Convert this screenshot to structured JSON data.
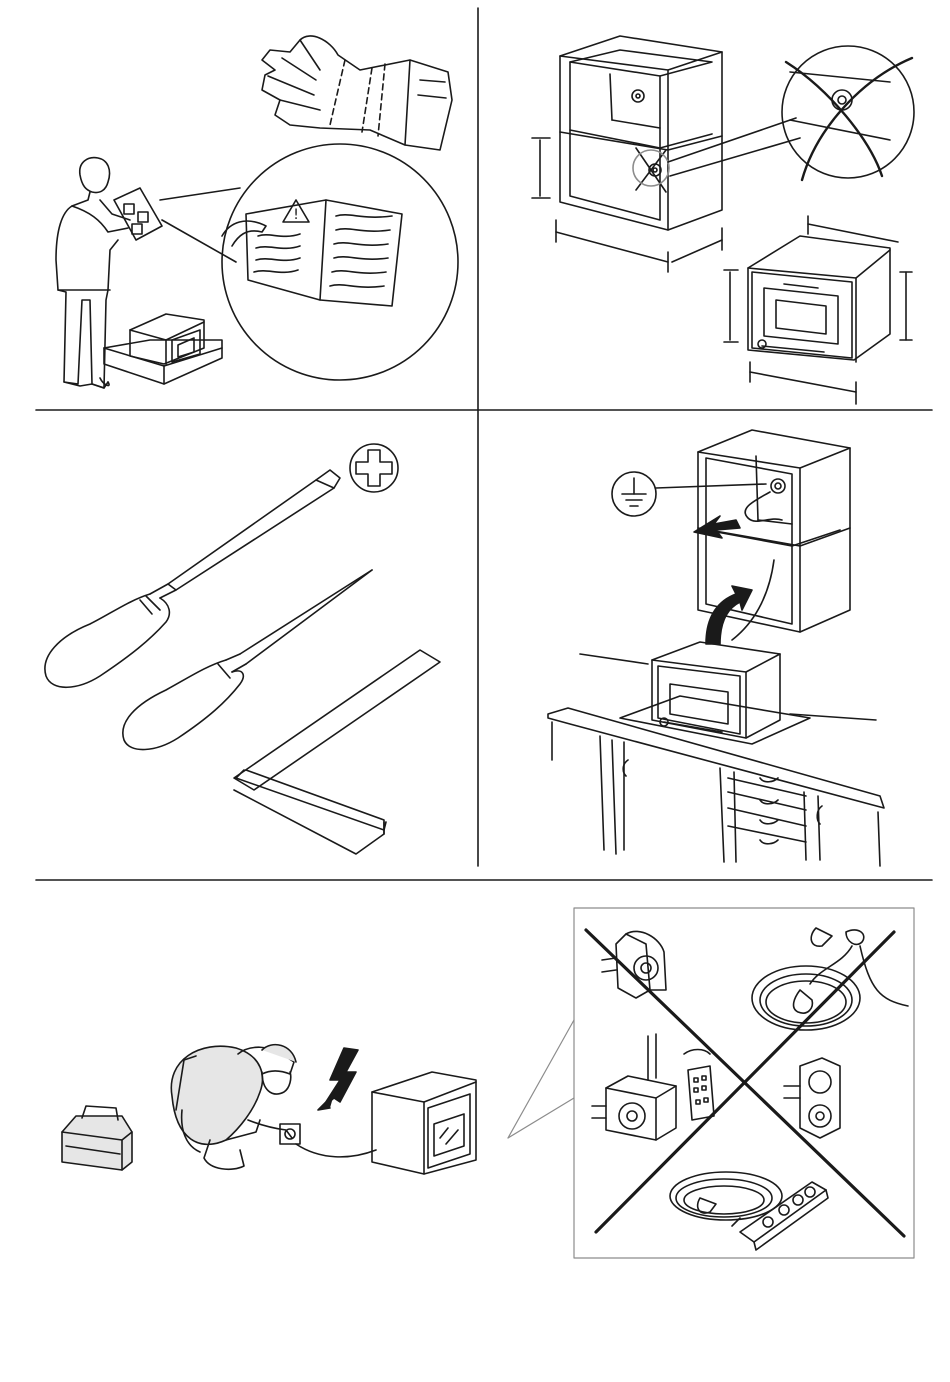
{
  "page": {
    "background": "#ffffff",
    "line_color": "#1a1a1a",
    "panel_border_color": "#8c8c8c",
    "warning_symbol": "!"
  },
  "panels": [
    {
      "id": "read-manual-wear-gloves",
      "icons": [
        "gloves-icon",
        "person-reading-manual-icon",
        "warning-manual-icon",
        "oven-on-pallet-icon"
      ]
    },
    {
      "id": "cabinet-dimensions",
      "icons": [
        "cabinet-icon",
        "no-socket-behind-oven-icon",
        "oven-dimensions-icon"
      ]
    },
    {
      "id": "tools-required",
      "icons": [
        "phillips-head-icon",
        "phillips-screwdriver-icon",
        "awl-icon",
        "carpenter-square-icon"
      ]
    },
    {
      "id": "connect-to-earthed-socket",
      "icons": [
        "earth-ground-icon",
        "cabinet-with-socket-icon",
        "lift-arrow-icon",
        "oven-on-countertop-icon"
      ]
    },
    {
      "id": "qualified-electrician",
      "icons": [
        "toolbox-icon",
        "electrician-icon",
        "lightning-icon",
        "built-in-oven-icon"
      ]
    },
    {
      "id": "no-adapters-extensions",
      "icons": [
        "plug-adapter-icon",
        "extension-cord-icon",
        "remote-socket-icon",
        "remote-control-icon",
        "timer-socket-icon",
        "power-strip-icon"
      ]
    }
  ]
}
